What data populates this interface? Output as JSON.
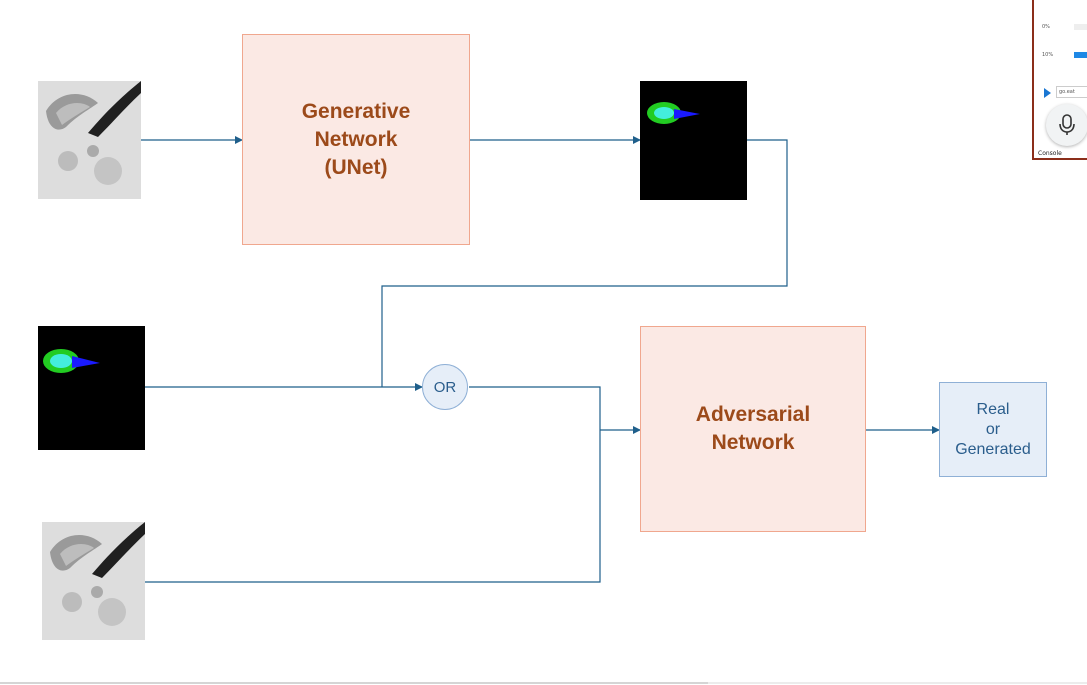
{
  "diagram": {
    "generator": {
      "label": "Generative Network (UNet)",
      "lines": [
        "Generative",
        "Network",
        "(UNet)"
      ]
    },
    "discriminator": {
      "label": "Adversarial Network",
      "lines": [
        "Adversarial",
        "Network"
      ]
    },
    "or_node": {
      "label": "OR"
    },
    "output": {
      "label": "Real or Generated",
      "lines": [
        "Real",
        "or",
        "Generated"
      ]
    },
    "images": {
      "input_mri": "mri-slice-image",
      "generated_mask": "generated-segmentation-mask",
      "real_mask": "ground-truth-segmentation-mask",
      "paired_mri": "mri-slice-image"
    },
    "colors": {
      "arrow": "#1f5f8b",
      "network_fill": "#fbe9e4",
      "network_border": "#f0a78e",
      "network_text": "#9c4a1a",
      "output_fill": "#e6eef8",
      "output_text": "#2a5d8c",
      "mask_outer": "#22cc22",
      "mask_inner": "#44eedd",
      "mask_tail": "#1a1aff"
    }
  },
  "inset": {
    "rows": [
      "0%",
      "10%"
    ],
    "field_text": "go.eat",
    "console_label": "Console",
    "mic_icon": "microphone-icon",
    "play_icon": "play-icon"
  }
}
